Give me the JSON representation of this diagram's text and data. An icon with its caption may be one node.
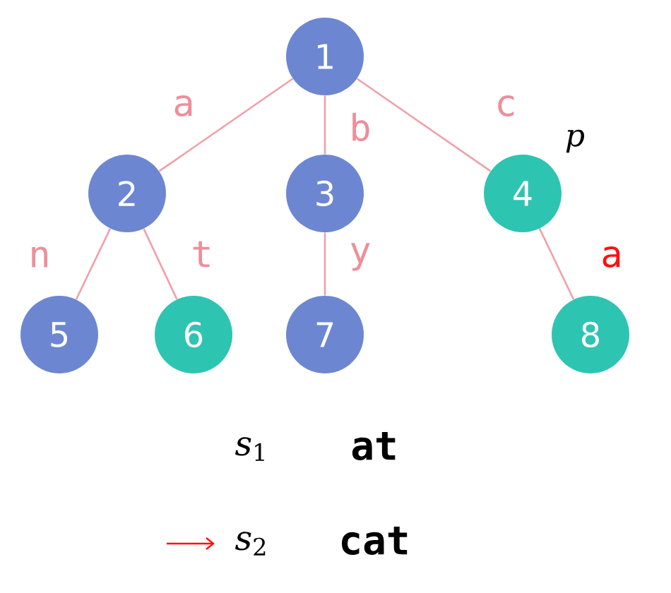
{
  "diagram": {
    "nodes": [
      {
        "text": [
          "1"
        ]
      },
      {
        "text": [
          "2"
        ]
      },
      {
        "text": [
          "3"
        ]
      },
      {
        "text": [
          "4"
        ],
        "beside": [
          "*p*"
        ]
      },
      {
        "text": [
          "5"
        ]
      },
      {
        "text": [
          "6"
        ]
      },
      {
        "text": [
          "7"
        ]
      },
      {
        "text": [
          "8"
        ]
      }
    ],
    "edges": [
      {
        "from": 0,
        "to": 1,
        "arrow": "none",
        "label": "a"
      },
      {
        "from": 0,
        "to": 2,
        "arrow": "none",
        "label": "b"
      },
      {
        "from": 0,
        "to": 3,
        "arrow": "none",
        "label": "c"
      },
      {
        "from": 1,
        "to": 4,
        "arrow": "none",
        "label": "n"
      },
      {
        "from": 1,
        "to": 5,
        "arrow": "none",
        "label": "t"
      },
      {
        "from": 2,
        "to": 6,
        "arrow": "none",
        "label": "y"
      },
      {
        "from": 3,
        "to": 7,
        "arrow": "none",
        "label": "a"
      }
    ],
    "labels": [
      "*s*$_{1}$",
      "at",
      "*s*$_{2}$",
      "cat"
    ]
  }
}
